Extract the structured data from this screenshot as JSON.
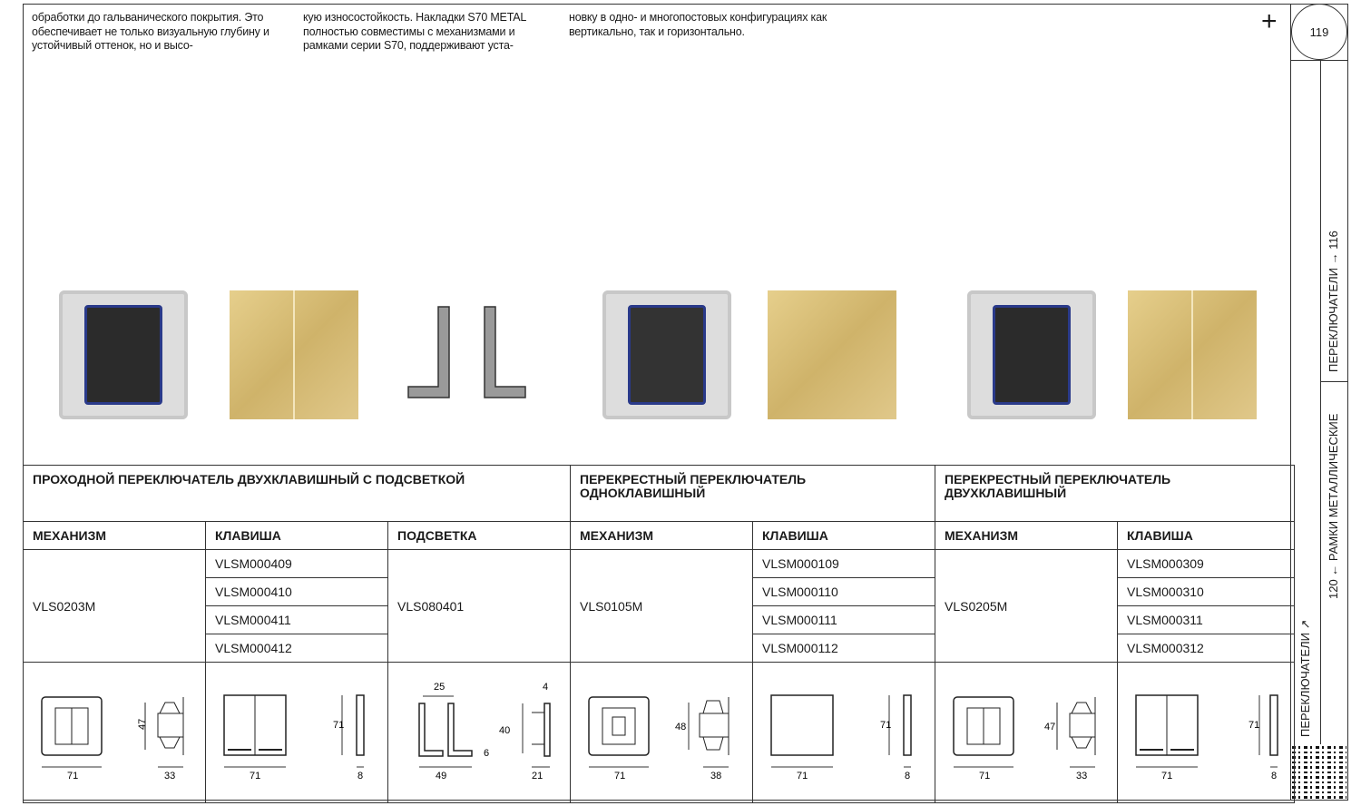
{
  "intro": {
    "col1": "обработки до гальванического покрытия. Это обеспечивает не только визуальную глубину и устойчивый оттенок, но и высо-",
    "col2": "кую износостойкость. Накладки S70 METAL полностью совместимы с механизмами и рамками серии S70, поддерживают уста-",
    "col3": "новку в одно- и многопостовых конфигурациях как вертикально, так и горизонтально."
  },
  "page_number": "119",
  "sidebar": {
    "link_current": "ПЕРЕКЛЮЧАТЕЛИ ↗",
    "prev": "120 ← РАМКИ МЕТАЛЛИЧЕСКИЕ",
    "next": "ПЕРЕКЛЮЧАТЕЛИ → 116"
  },
  "groups": [
    {
      "title": "ПРОХОДНОЙ ПЕРЕКЛЮЧАТЕЛЬ ДВУХКЛАВИШНЫЙ С ПОДСВЕТКОЙ",
      "headers": [
        "МЕХАНИЗМ",
        "КЛАВИША",
        "ПОДСВЕТКА"
      ],
      "mechanism": "VLS0203M",
      "keys": [
        "VLSM000409",
        "VLSM000410",
        "VLSM000411",
        "VLSM000412"
      ],
      "backlight": "VLS080401",
      "dims": {
        "mech_w": "71",
        "mech_h": "47",
        "mech_d": "33",
        "key_w": "71",
        "key_h": "71",
        "key_d": "8",
        "bl_gap": "25",
        "bl_top": "4",
        "bl_w": "49",
        "bl_h": "40",
        "bl_t": "6",
        "bl_d": "21"
      }
    },
    {
      "title": "ПЕРЕКРЕСТНЫЙ ПЕРЕКЛЮЧАТЕЛЬ ОДНОКЛАВИШНЫЙ",
      "headers": [
        "МЕХАНИЗМ",
        "КЛАВИША"
      ],
      "mechanism": "VLS0105M",
      "keys": [
        "VLSM000109",
        "VLSM000110",
        "VLSM000111",
        "VLSM000112"
      ],
      "dims": {
        "mech_w": "71",
        "mech_h": "48",
        "mech_d": "38",
        "key_w": "71",
        "key_h": "71",
        "key_d": "8"
      }
    },
    {
      "title": "ПЕРЕКРЕСТНЫЙ ПЕРЕКЛЮЧАТЕЛЬ ДВУХКЛАВИШНЫЙ",
      "headers": [
        "МЕХАНИЗМ",
        "КЛАВИША"
      ],
      "mechanism": "VLS0205M",
      "keys": [
        "VLSM000309",
        "VLSM000310",
        "VLSM000311",
        "VLSM000312"
      ],
      "dims": {
        "mech_w": "71",
        "mech_h": "47",
        "mech_d": "33",
        "key_w": "71",
        "key_h": "71",
        "key_d": "8"
      }
    }
  ],
  "colors": {
    "gold": "#d8bd78",
    "line": "#333333"
  }
}
